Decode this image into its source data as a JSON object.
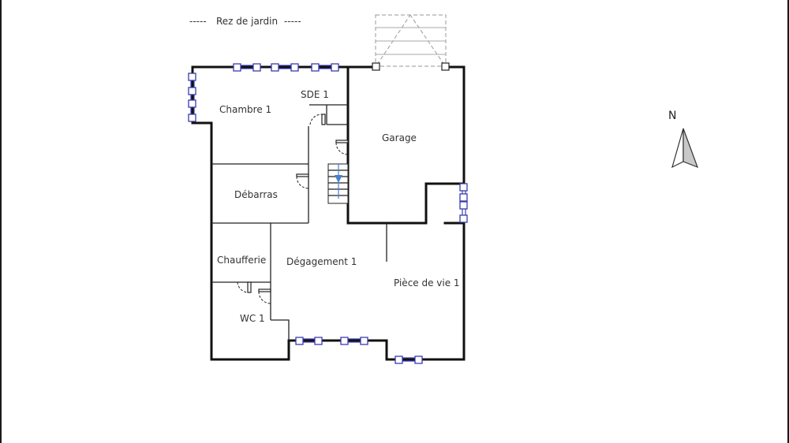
{
  "plan": {
    "level_title": "Rez de jardin",
    "level_title_decoration": "-----",
    "north_label": "N"
  },
  "rooms": [
    {
      "name": "Chambre 1"
    },
    {
      "name": "SDE 1"
    },
    {
      "name": "Garage"
    },
    {
      "name": "Débarras"
    },
    {
      "name": "Chaufferie"
    },
    {
      "name": "Dégagement 1"
    },
    {
      "name": "Pièce de vie 1"
    },
    {
      "name": "WC 1"
    }
  ],
  "colors": {
    "wall": "#111111",
    "window": "#3a3ab0",
    "stair_arrow": "#4a7fd0",
    "garage_door": "#aaaaaa",
    "background": "#ffffff"
  }
}
